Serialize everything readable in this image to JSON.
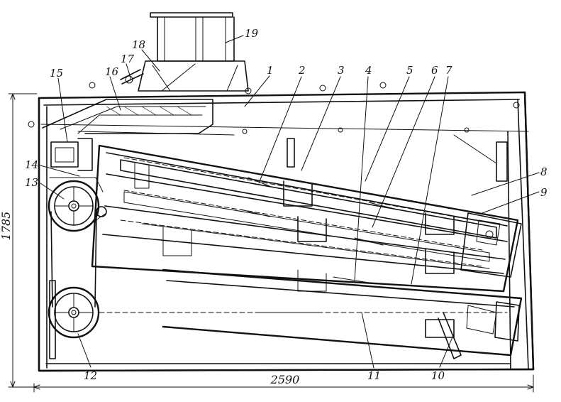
{
  "callouts": [
    "1",
    "2",
    "3",
    "4",
    "5",
    "6",
    "7",
    "8",
    "9",
    "10",
    "11",
    "12",
    "13",
    "14",
    "15",
    "16",
    "17",
    "18",
    "19"
  ],
  "dimensions": {
    "width": "2590",
    "height": "1785"
  }
}
